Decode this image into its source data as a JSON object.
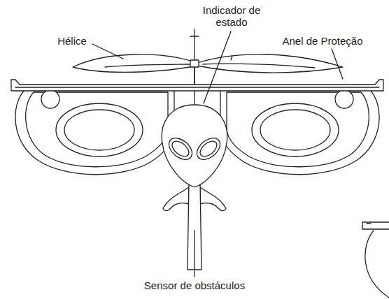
{
  "diagram": {
    "labels": [
      "Hélice",
      "Indicador de estado",
      "Anel de Proteção",
      "Sensor de obstáculos"
    ]
  }
}
